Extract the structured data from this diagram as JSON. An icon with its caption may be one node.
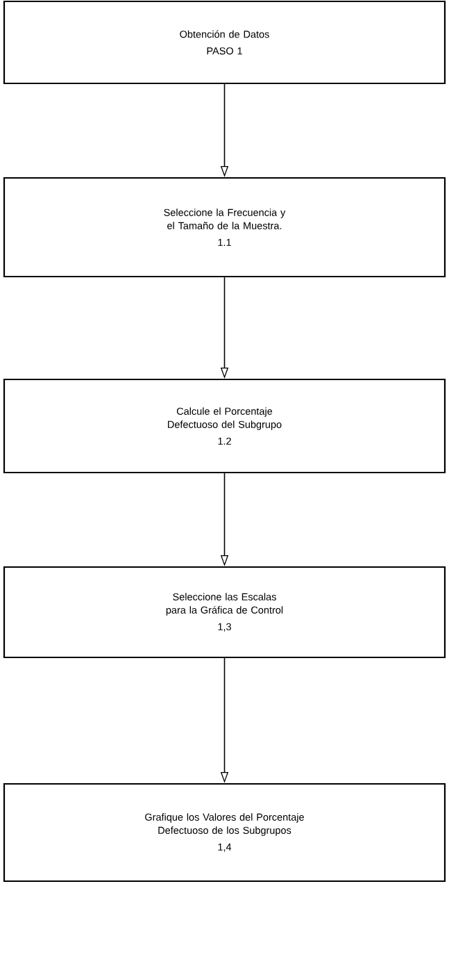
{
  "diagram": {
    "nodes": [
      {
        "text": [
          "Obtención de Datos",
          "PASO 1"
        ]
      },
      {
        "text": [
          "Seleccione la Frecuencia y el Tamaño de la Muestra.",
          "1.1"
        ]
      },
      {
        "text": [
          "Calcule el Porcentaje Defectuoso del Subgrupo",
          "1.2"
        ]
      },
      {
        "text": [
          "Seleccione las Escalas para la Gráfica de Control",
          "1,3"
        ]
      },
      {
        "text": [
          "Grafique los Valores del Porcentaje Defectuoso de los Subgrupos",
          "1,4"
        ]
      }
    ],
    "edges": [
      {
        "from": 0,
        "to": 1,
        "arrow": "to"
      },
      {
        "from": 1,
        "to": 2,
        "arrow": "to"
      },
      {
        "from": 2,
        "to": 3,
        "arrow": "to"
      },
      {
        "from": 3,
        "to": 4,
        "arrow": "to"
      }
    ]
  }
}
